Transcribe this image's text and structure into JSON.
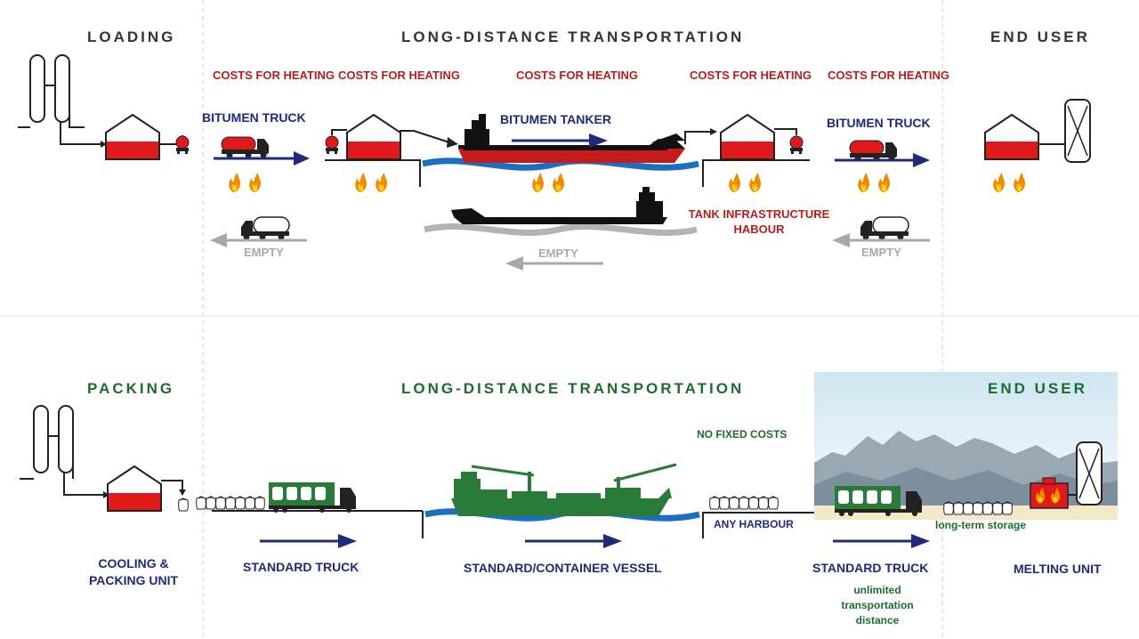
{
  "top": {
    "section_loading": "LOADING",
    "section_transport": "LONG-DISTANCE TRANSPORTATION",
    "section_end_user": "END USER",
    "heating_labels": [
      "COSTS FOR HEATING",
      "COSTS FOR HEATING",
      "COSTS FOR HEATING",
      "COSTS FOR HEATING",
      "COSTS FOR HEATING"
    ],
    "truck_left": "BITUMEN TRUCK",
    "tanker": "BITUMEN TANKER",
    "truck_right": "BITUMEN TRUCK",
    "empty_left": "EMPTY",
    "empty_ship": "EMPTY",
    "empty_right": "EMPTY",
    "tank_infra_line1": "TANK INFRASTRUCTURE",
    "tank_infra_line2": "HABOUR"
  },
  "bottom": {
    "section_packing": "PACKING",
    "section_transport": "LONG-DISTANCE TRANSPORTATION",
    "section_end_user": "END USER",
    "no_fixed_costs": "NO FIXED COSTS",
    "any_harbour": "ANY HARBOUR",
    "long_term_storage": "long-term storage",
    "cooling_line1": "COOLING &",
    "cooling_line2": "PACKING UNIT",
    "standard_truck_left": "STANDARD TRUCK",
    "vessel": "STANDARD/CONTAINER VESSEL",
    "standard_truck_right": "STANDARD TRUCK",
    "melting_unit": "MELTING UNIT",
    "unlimited_line1": "unlimited",
    "unlimited_line2": "transportation",
    "unlimited_line3": "distance"
  },
  "colors": {
    "heating_red": "#b81d1d",
    "navy": "#1f2a7a",
    "bitumen_red": "#e0191b",
    "packing_green": "#1f6b2e",
    "truck_green": "#2a7a3a",
    "water_blue": "#1a6fc0",
    "empty_gray": "#a8a8a8"
  },
  "icons": [
    "refinery-columns-icon",
    "storage-tank-icon",
    "pump-icon",
    "tank-truck-icon",
    "tanker-ship-icon",
    "flame-icon",
    "container-ship-icon",
    "flatbed-truck-icon",
    "bitumen-bag-icon",
    "melting-unit-icon",
    "heat-exchanger-icon"
  ]
}
